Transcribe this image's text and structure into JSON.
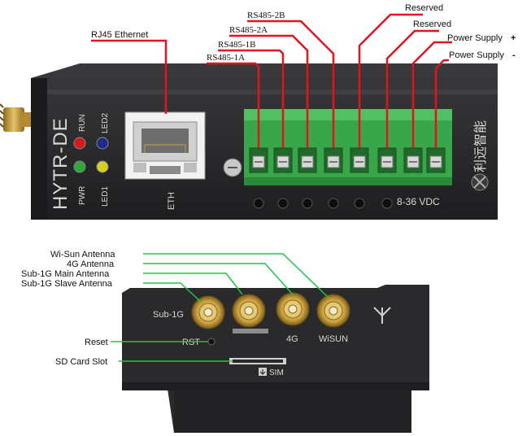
{
  "top_device": {
    "model": "HYTR-DE",
    "leds": {
      "run": "RUN",
      "pwr": "PWR",
      "led1": "LED1",
      "led2": "LED2"
    },
    "eth_port_label": "ETH",
    "voltage": "8-36 VDC",
    "brand": "利远智能"
  },
  "top_callouts": {
    "rj45": "RJ45 Ethernet",
    "rs485_1a": "RS485-1A",
    "rs485_1b": "RS485-1B",
    "rs485_2a": "RS485-2A",
    "rs485_2b": "RS485-2B",
    "reserved_1": "Reserved",
    "reserved_2": "Reserved",
    "power_plus": "Power Supply",
    "power_plus_sign": "+",
    "power_minus": "Power Supply",
    "power_minus_sign": "-"
  },
  "bottom_device": {
    "sub1g": "Sub-1G",
    "fourg": "4G",
    "wisun": "WiSUN",
    "rst": "RST",
    "sim": "SIM"
  },
  "bottom_callouts": {
    "wisun_antenna": "Wi-Sun Antenna",
    "fourg_antenna": "4G Antenna",
    "sub1g_main": "Sub-1G Main Antenna",
    "sub1g_slave": "Sub-1G Slave Antenna",
    "reset": "Reset",
    "sd_card": "SD Card Slot"
  },
  "colors": {
    "red_line": "#e0141e",
    "green_line": "#22c24a",
    "device": "#2a2a2c",
    "terminal": "#3aa64a"
  }
}
